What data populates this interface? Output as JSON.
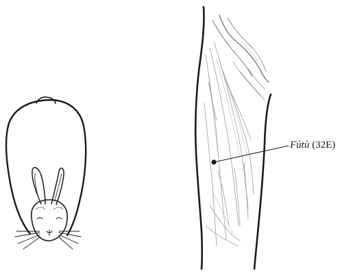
{
  "acupoint": {
    "name": "Fútù",
    "code": "(32E)"
  },
  "figures": {
    "rabbit": "rabbit-silhouette",
    "leg": "thigh-outline"
  }
}
